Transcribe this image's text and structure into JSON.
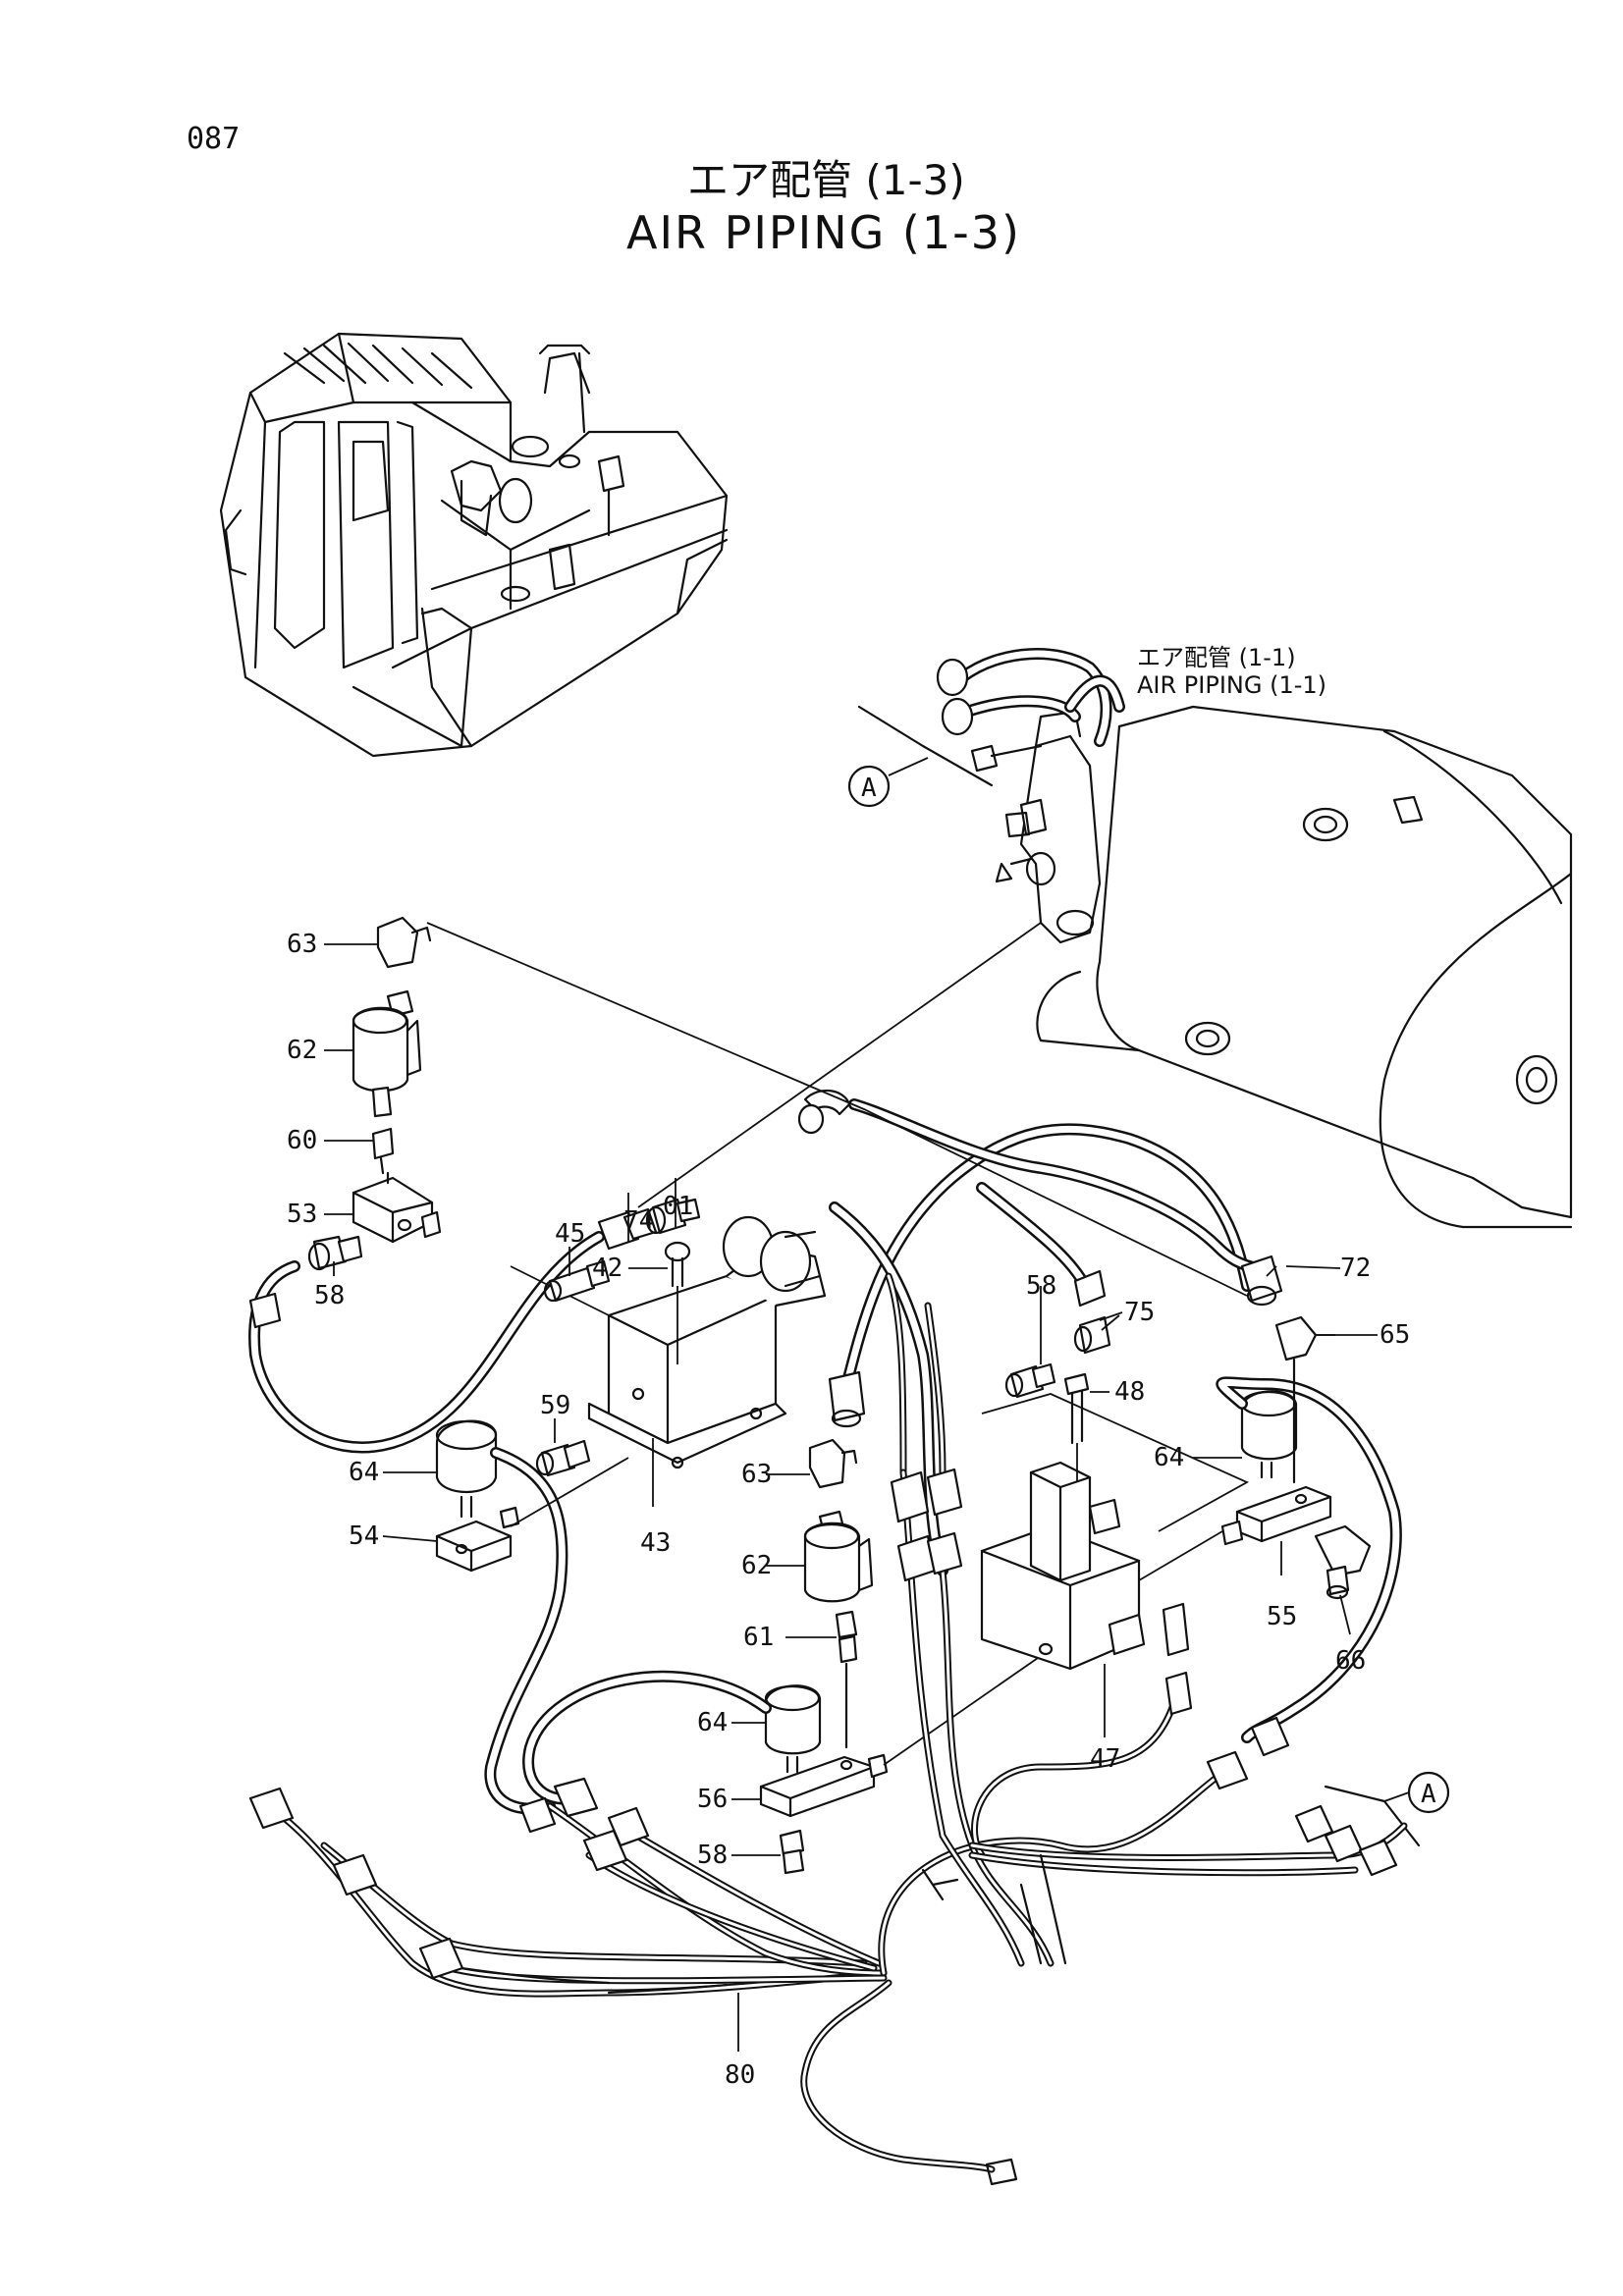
{
  "page": {
    "number": "087",
    "title_jp": "エア配管 (1-3)",
    "title_en": "AIR PIPING (1-3)"
  },
  "cross_reference": {
    "title_jp": "エア配管 (1-1)",
    "title_en": "AIR PIPING (1-1)"
  },
  "connection_markers": [
    "A",
    "A"
  ],
  "part_callouts": [
    "63",
    "62",
    "60",
    "53",
    "58",
    "74",
    "01",
    "45",
    "42",
    "59",
    "64",
    "54",
    "43",
    "63",
    "62",
    "61",
    "64",
    "56",
    "58",
    "58",
    "75",
    "72",
    "65",
    "48",
    "64",
    "55",
    "66",
    "47",
    "80"
  ]
}
